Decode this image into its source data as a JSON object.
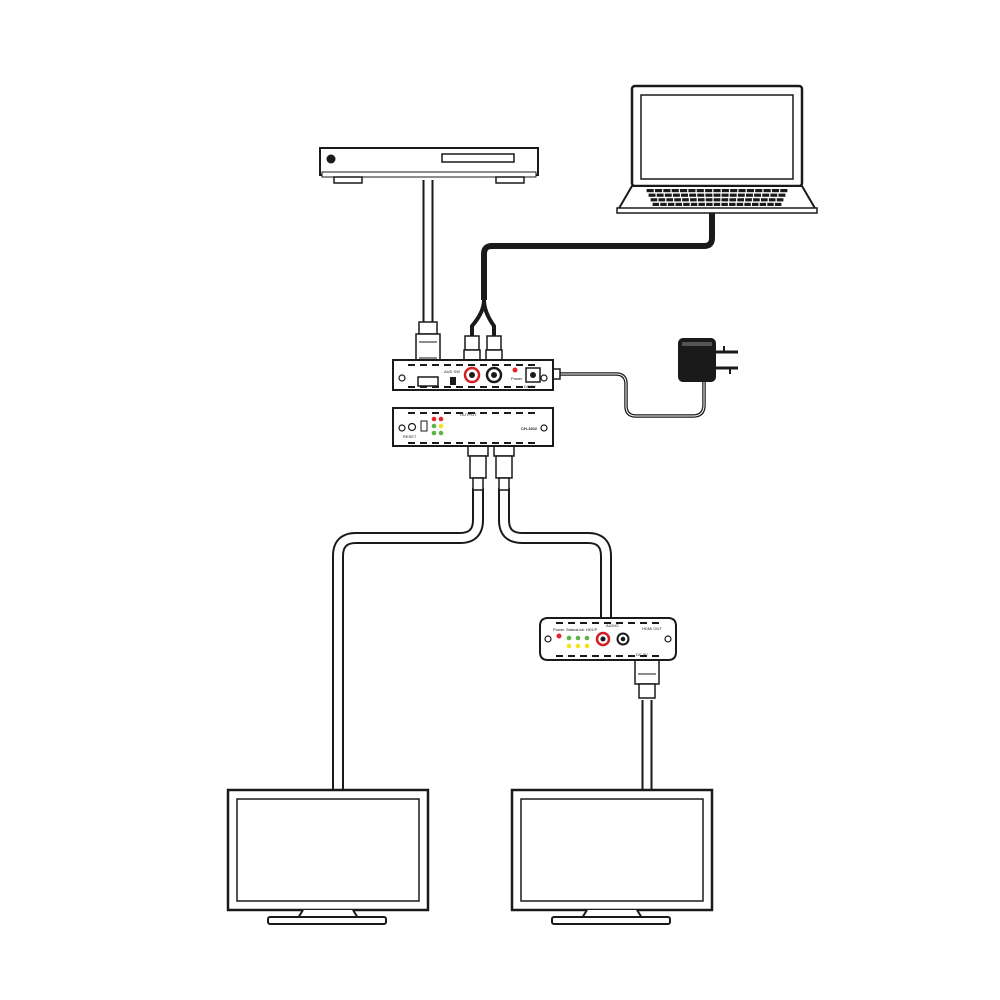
{
  "diagram": {
    "colors": {
      "line": "#1a1a1a",
      "white_cable_fill": "#ffffff",
      "black_cable": "#1a1a1a",
      "rca_red": "#d21f26",
      "led_red": "#e3262c",
      "led_green": "#5cb346",
      "led_yellow": "#f2e21d",
      "panel_fill": "#ffffff"
    },
    "devices": {
      "source_player": {
        "icon": "media-player-icon"
      },
      "laptop": {
        "icon": "laptop-icon"
      },
      "power_adapter": {
        "icon": "power-adapter-icon"
      },
      "unit_top": {
        "label_audio_sw": "AUD SW",
        "label_pwr": "Power",
        "label_dc": "DC 5V"
      },
      "unit_bottom": {
        "label_model": "CH-1602",
        "label_reset": "RESET",
        "label_output": "OUTPUT"
      },
      "receiver": {
        "label_power": "Power",
        "label_status": "Status",
        "label_link": "Link",
        "label_hdcp": "HDCP",
        "label_audio": "AUDIO",
        "label_out": "HDMI OUT",
        "label_dc": "DC 5V"
      },
      "monitor_left": {
        "icon": "monitor-icon"
      },
      "monitor_right": {
        "icon": "monitor-icon"
      }
    }
  }
}
